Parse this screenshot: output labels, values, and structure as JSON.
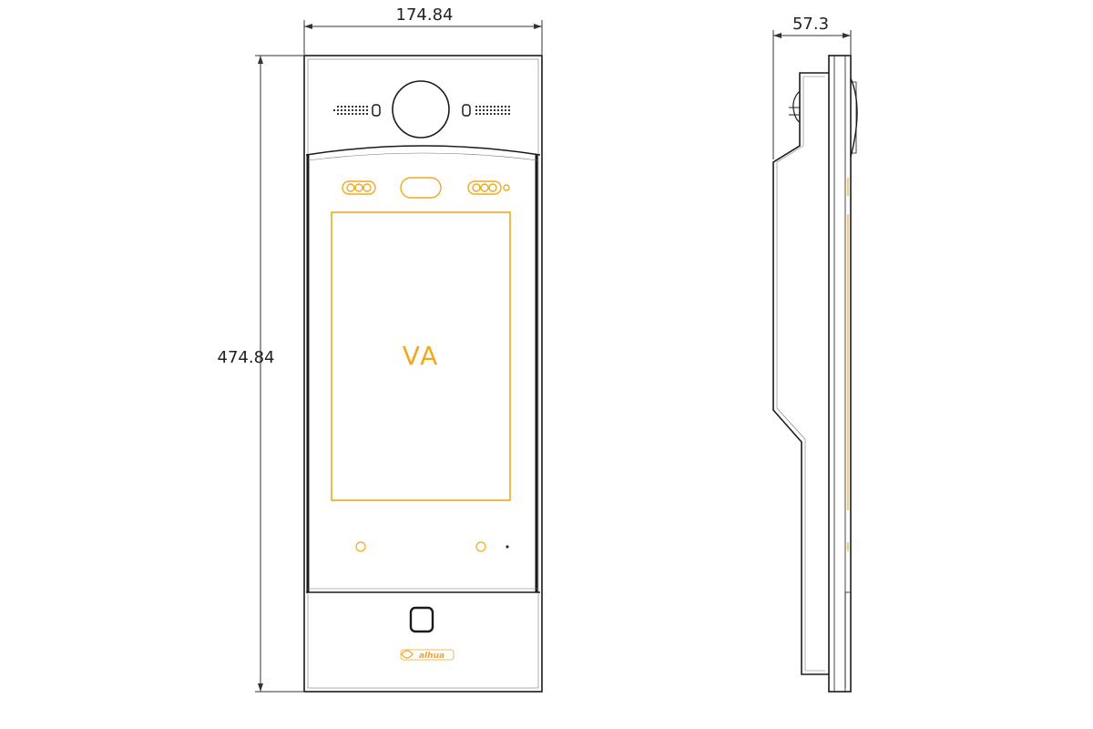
{
  "dimensions": {
    "width": "174.84",
    "height": "474.84",
    "depth": "57.3"
  },
  "screen": {
    "label": "VA"
  },
  "logo": {
    "text": "alhua"
  },
  "colors": {
    "outline": "#1a1a1a",
    "accent": "#f0a91e",
    "dimension_line": "#333333"
  }
}
